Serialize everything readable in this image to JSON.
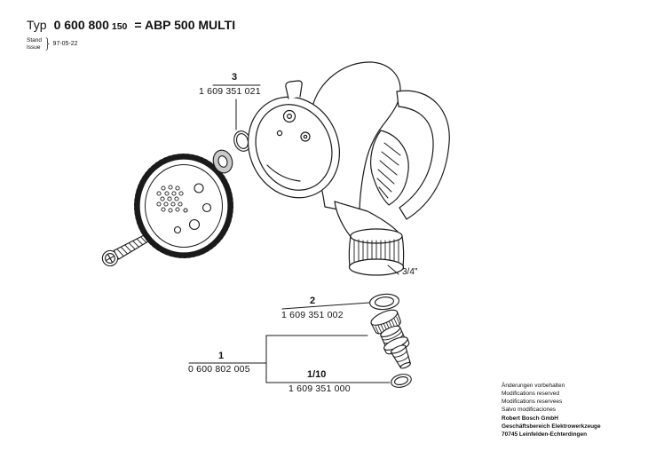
{
  "doc": {
    "type_label": "Typ",
    "type_number": "0 600 800",
    "type_suffix": "150",
    "model": "= ABP 500 MULTI",
    "stand_label": "Stand",
    "issue_label": "Issue",
    "brace": "}",
    "issue_date": "97-05-22"
  },
  "parts": {
    "p3": {
      "ref": "3",
      "number": "1 609 351 021"
    },
    "p2": {
      "ref": "2",
      "number": "1 609 351 002"
    },
    "p1": {
      "ref": "1",
      "number": "0 600 802 005"
    },
    "p110": {
      "ref": "1/10",
      "number": "1 609 351 000"
    }
  },
  "annotations": {
    "thread_size": "3/4\""
  },
  "footer": {
    "notes": [
      "Änderungen vorbehalten",
      "Modifications reserved",
      "Modifications reservees",
      "Salvo modificaciones"
    ],
    "company": [
      "Robert Bosch GmbH",
      "Geschäftsbereich Elektrowerkzeuge",
      "70745 Leinfelden-Echterdingen"
    ]
  },
  "colors": {
    "ink": "#1a1a1a",
    "background": "#ffffff"
  }
}
